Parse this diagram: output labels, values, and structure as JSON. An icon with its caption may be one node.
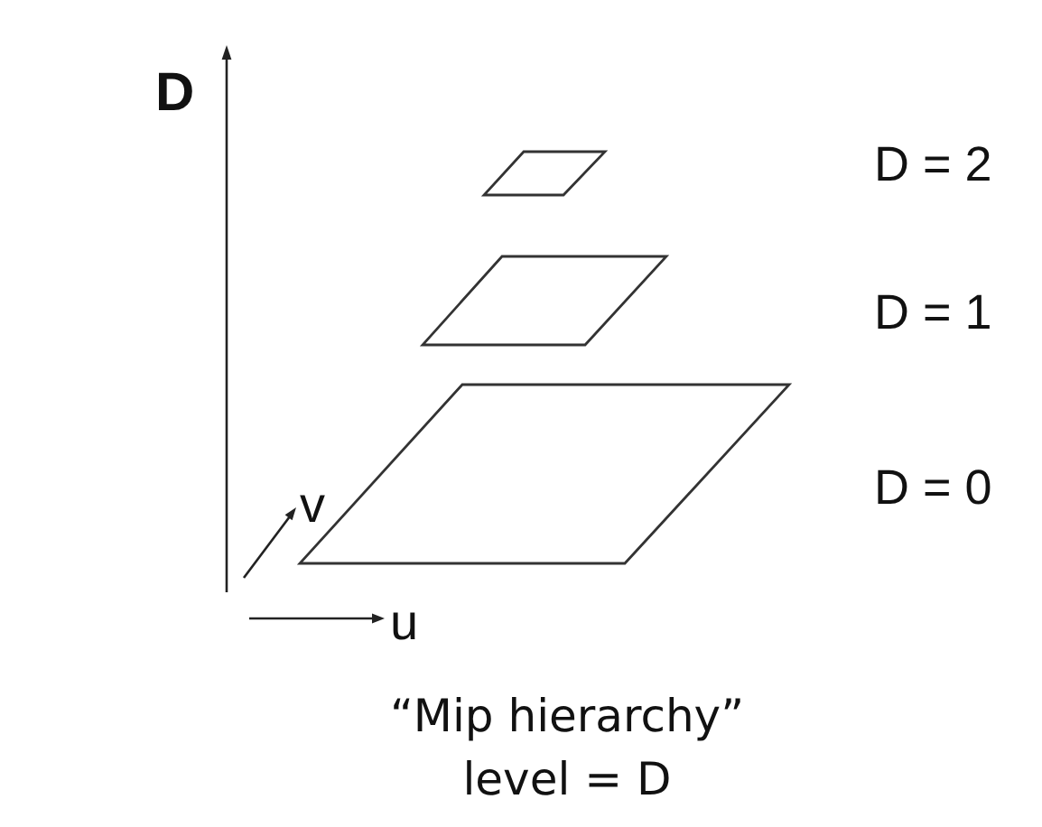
{
  "diagram": {
    "caption": "“Mip hierarchy” level = D",
    "nodes": [
      {
        "text": [],
        "shape": "parallelogram"
      },
      {
        "text": [],
        "shape": "parallelogram"
      },
      {
        "text": [],
        "shape": "parallelogram"
      }
    ],
    "labels": [
      "D",
      "D = 2",
      "D = 1",
      "D = 0",
      "v",
      "u"
    ]
  }
}
